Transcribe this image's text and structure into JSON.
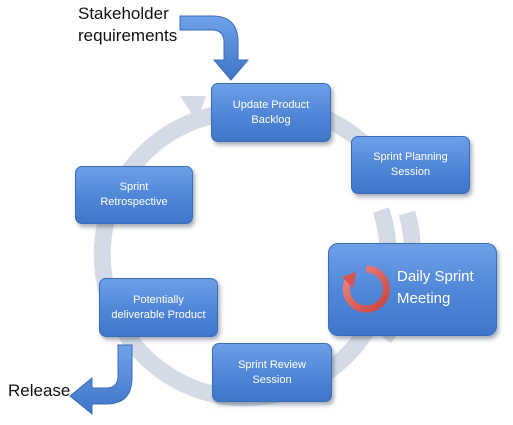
{
  "labels": {
    "stakeholder": "Stakeholder\nrequirements",
    "release": "Release"
  },
  "boxes": {
    "backlog": "Update Product\nBacklog",
    "planning": "Sprint Planning\nSession",
    "daily": "Daily Sprint\nMeeting",
    "review": "Sprint Review\nSession",
    "deliverable": "Potentially\ndeliverable Product",
    "retrospective": "Sprint\nRetrospective"
  },
  "colors": {
    "box_fill": "#4f86d8",
    "cycle_ring": "#d5dbe6",
    "arrow_fill": "#4f86d8",
    "daily_icon": "#d9534f"
  },
  "icons": {
    "daily": "circular-arrows-icon"
  }
}
